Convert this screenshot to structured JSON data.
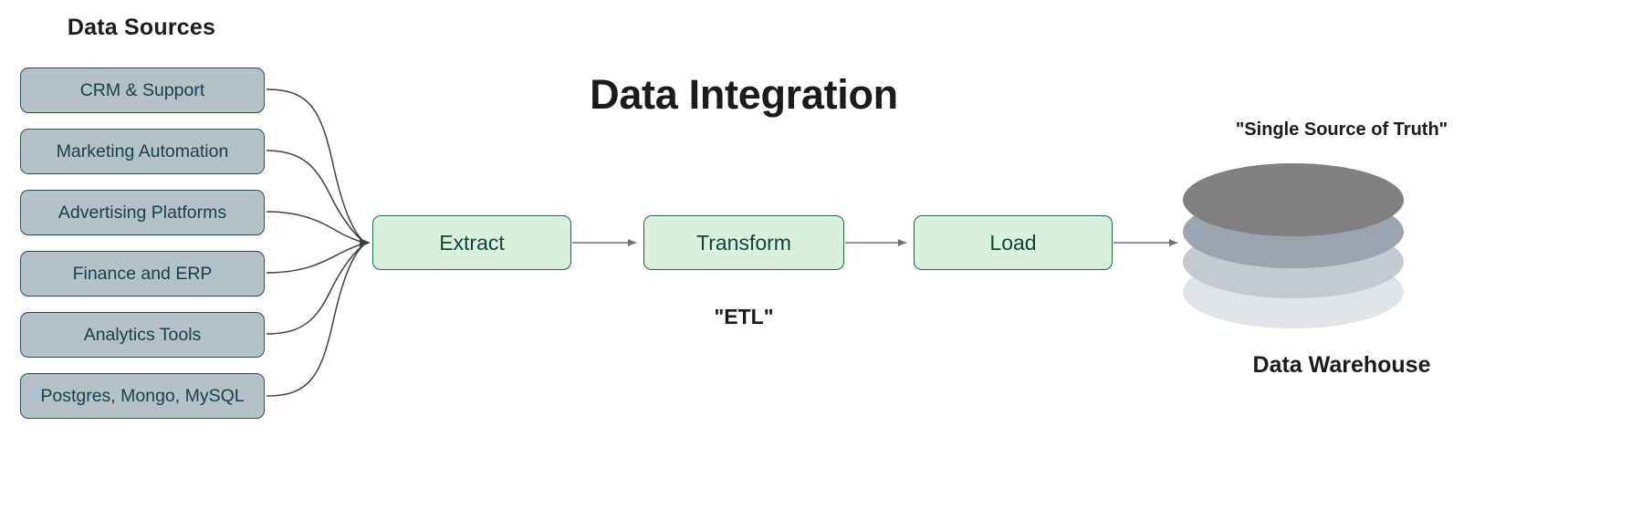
{
  "diagram": {
    "title": "Data Integration",
    "background": "#ffffff"
  },
  "sources": {
    "heading": "Data Sources",
    "box_fill": "#b3c1c9",
    "box_border": "#2e4f55",
    "box_text_color": "#19424a",
    "items": [
      {
        "label": "CRM & Support"
      },
      {
        "label": "Marketing Automation"
      },
      {
        "label": "Advertising Platforms"
      },
      {
        "label": "Finance and ERP"
      },
      {
        "label": "Analytics Tools"
      },
      {
        "label": "Postgres, Mongo, MySQL"
      }
    ]
  },
  "pipeline": {
    "caption": "\"ETL\"",
    "box_fill": "#d9f0dd",
    "box_border": "#1f6b46",
    "box_text_color": "#12443a",
    "stages": [
      {
        "label": "Extract"
      },
      {
        "label": "Transform"
      },
      {
        "label": "Load"
      }
    ]
  },
  "warehouse": {
    "caption_top": "\"Single Source of Truth\"",
    "caption_bottom": "Data Warehouse",
    "disk_colors": [
      "#808080",
      "#9aa5b1",
      "#c3cad2",
      "#e0e3e7"
    ]
  },
  "edges": {
    "source_connector_color": "#3f3f46",
    "stage_connector_color": "#6f6f7a"
  }
}
